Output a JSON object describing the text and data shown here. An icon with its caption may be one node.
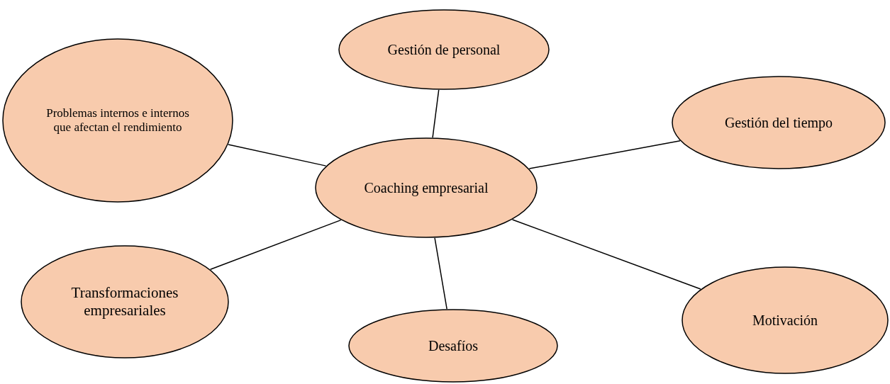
{
  "diagram": {
    "nodes": [
      {
        "text": [
          "Gestión de personal"
        ]
      },
      {
        "text": [
          "Problemas internos e internos que afectan el rendimiento"
        ]
      },
      {
        "text": [
          "Gestión del tiempo"
        ]
      },
      {
        "text": [
          "Coaching empresarial"
        ]
      },
      {
        "text": [
          "Transformaciones empresariales"
        ]
      },
      {
        "text": [
          "Motivación"
        ]
      },
      {
        "text": [
          "Desafíos"
        ]
      }
    ],
    "edges": [
      {
        "from": 3,
        "to": 0,
        "arrow": "none"
      },
      {
        "from": 3,
        "to": 1,
        "arrow": "none"
      },
      {
        "from": 3,
        "to": 2,
        "arrow": "none"
      },
      {
        "from": 3,
        "to": 4,
        "arrow": "none"
      },
      {
        "from": 3,
        "to": 6,
        "arrow": "none"
      },
      {
        "from": 3,
        "to": 5,
        "arrow": "none"
      }
    ]
  }
}
